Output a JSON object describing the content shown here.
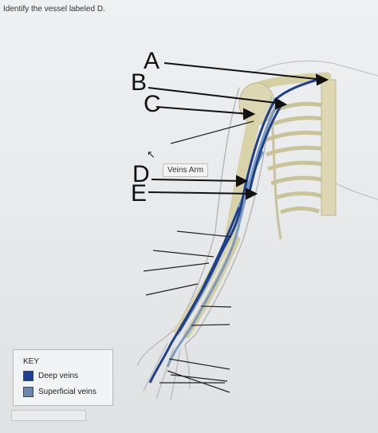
{
  "question": {
    "text": "Identify the vessel labeled D."
  },
  "labels": [
    "A",
    "B",
    "C",
    "D",
    "E"
  ],
  "tooltip": {
    "text": "Veins Arm"
  },
  "key": {
    "title": "KEY",
    "items": [
      {
        "label": "Deep veins",
        "color": "#1f3f8f"
      },
      {
        "label": "Superficial veins",
        "color": "#6a87b0"
      }
    ]
  },
  "colors": {
    "bone": "#d8d3a9",
    "deep_vein": "#1f3f8f",
    "superficial_vein": "#7a9ac4"
  },
  "icons": {
    "cursor": "mouse-pointer-icon"
  }
}
